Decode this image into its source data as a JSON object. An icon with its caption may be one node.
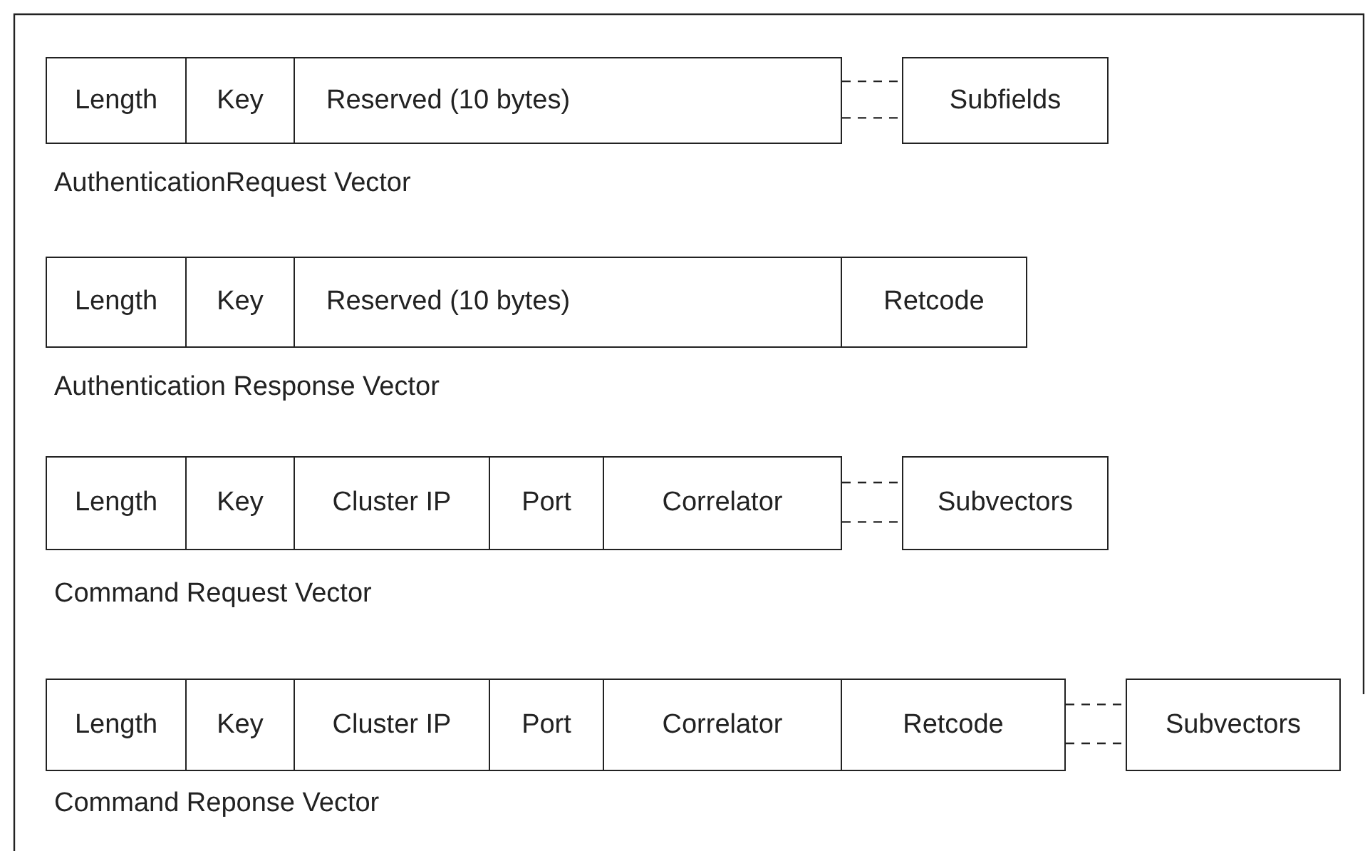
{
  "diagram": {
    "nodes": [
      {
        "text": [
          "Length"
        ]
      },
      {
        "text": [
          "Key"
        ]
      },
      {
        "text": [
          "Reserved (10 bytes)"
        ]
      },
      {
        "text": [
          "Subfields"
        ]
      },
      {
        "text": [
          "Length"
        ]
      },
      {
        "text": [
          "Key"
        ]
      },
      {
        "text": [
          "Reserved (10 bytes)"
        ]
      },
      {
        "text": [
          "Retcode"
        ]
      },
      {
        "text": [
          "Length"
        ]
      },
      {
        "text": [
          "Key"
        ]
      },
      {
        "text": [
          "Cluster IP"
        ]
      },
      {
        "text": [
          "Port"
        ]
      },
      {
        "text": [
          "Correlator"
        ]
      },
      {
        "text": [
          "Subvectors"
        ]
      },
      {
        "text": [
          "Length"
        ]
      },
      {
        "text": [
          "Key"
        ]
      },
      {
        "text": [
          "Cluster IP"
        ]
      },
      {
        "text": [
          "Port"
        ]
      },
      {
        "text": [
          "Correlator"
        ]
      },
      {
        "text": [
          "Retcode"
        ]
      },
      {
        "text": [
          "Subvectors"
        ]
      }
    ],
    "edges": [
      {
        "from": 2,
        "to": 3,
        "arrow": "none",
        "style": "dashed"
      },
      {
        "from": 2,
        "to": 3,
        "arrow": "none",
        "style": "dashed"
      },
      {
        "from": 12,
        "to": 13,
        "arrow": "none",
        "style": "dashed"
      },
      {
        "from": 12,
        "to": 13,
        "arrow": "none",
        "style": "dashed"
      },
      {
        "from": 19,
        "to": 20,
        "arrow": "none",
        "style": "dashed"
      },
      {
        "from": 19,
        "to": 20,
        "arrow": "none",
        "style": "dashed"
      }
    ],
    "labels": [
      "AuthenticationRequest Vector",
      "Authentication Response Vector",
      "Command Request Vector",
      "Command Reponse Vector"
    ]
  }
}
